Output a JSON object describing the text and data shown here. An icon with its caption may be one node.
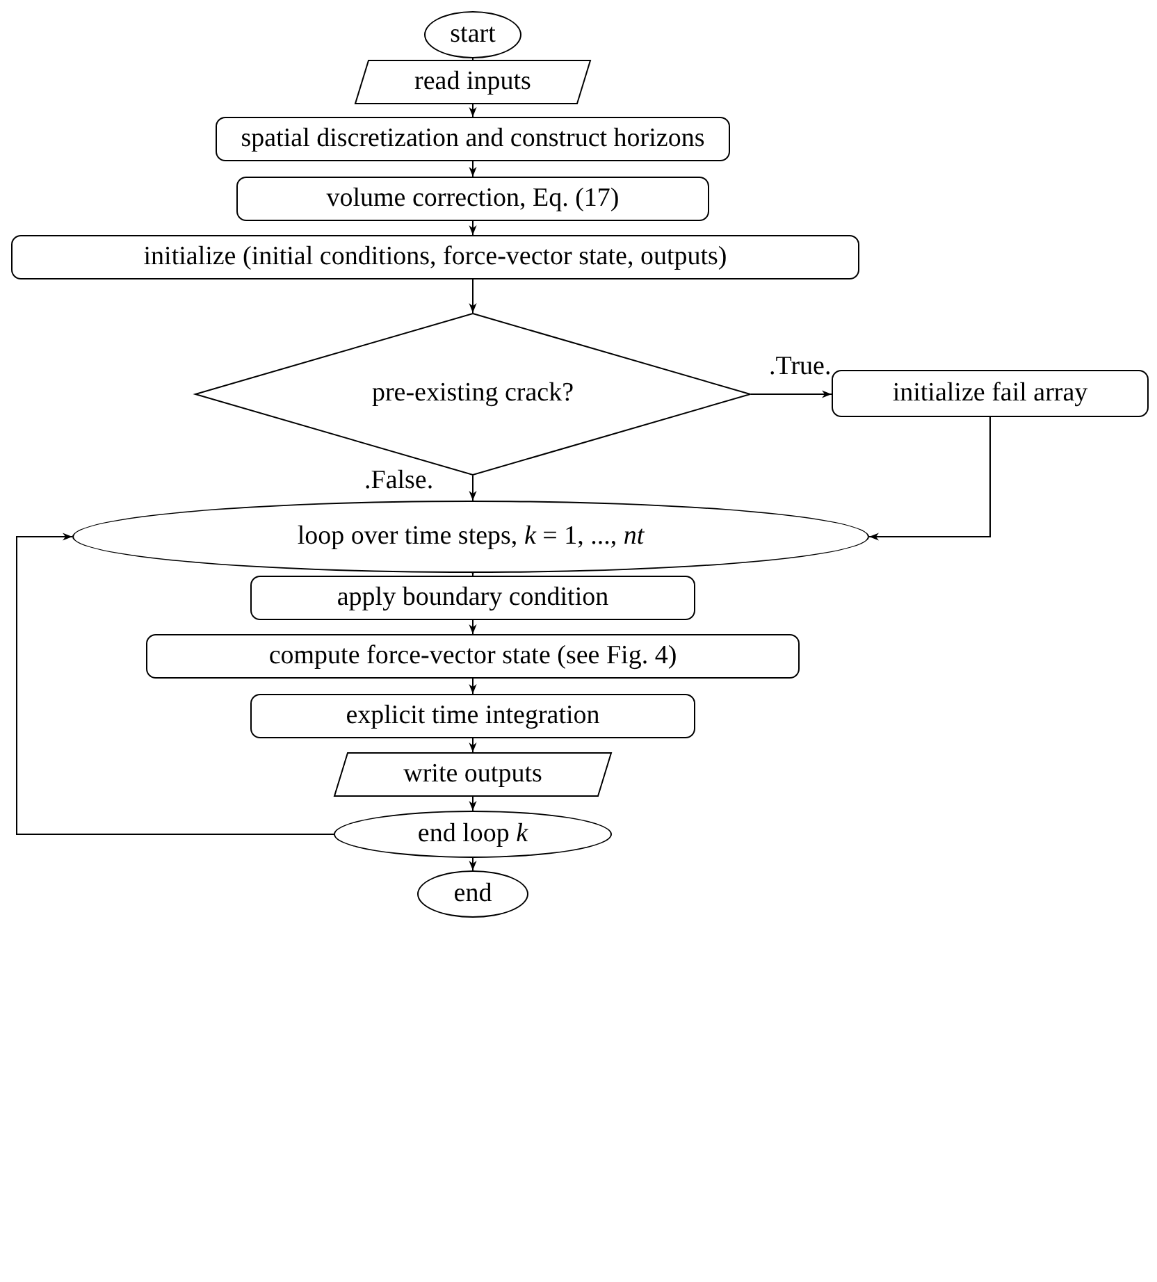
{
  "diagram": {
    "nodes": [
      {
        "text": [
          "start"
        ]
      },
      {
        "text": [
          "read inputs"
        ]
      },
      {
        "text": [
          "spatial discretization and construct horizons"
        ]
      },
      {
        "text": [
          "volume correction, Eq. (17)"
        ]
      },
      {
        "text": [
          "initialize (initial conditions, force-vector state, outputs)"
        ]
      },
      {
        "text": [
          "pre-existing crack?"
        ]
      },
      {
        "text": [
          "initialize fail array"
        ]
      },
      {
        "text": [
          "loop over time steps, *k* = 1, ..., *nt*"
        ]
      },
      {
        "text": [
          "apply boundary condition"
        ]
      },
      {
        "text": [
          "compute force-vector state (see Fig. 4)"
        ]
      },
      {
        "text": [
          "explicit time integration"
        ]
      },
      {
        "text": [
          "write outputs"
        ]
      },
      {
        "text": [
          "end loop *k*"
        ]
      },
      {
        "text": [
          "end"
        ]
      }
    ],
    "edges": [
      {
        "from": 0,
        "to": 1,
        "arrow": "to"
      },
      {
        "from": 1,
        "to": 2,
        "arrow": "to"
      },
      {
        "from": 2,
        "to": 3,
        "arrow": "to"
      },
      {
        "from": 3,
        "to": 4,
        "arrow": "to"
      },
      {
        "from": 4,
        "to": 5,
        "arrow": "to"
      },
      {
        "from": 5,
        "to": 6,
        "arrow": "to",
        "label": ".True."
      },
      {
        "from": 5,
        "to": 7,
        "arrow": "to",
        "label": ".False."
      },
      {
        "from": 6,
        "to": 7,
        "arrow": "to"
      },
      {
        "from": 7,
        "to": 8,
        "arrow": "to"
      },
      {
        "from": 8,
        "to": 9,
        "arrow": "to"
      },
      {
        "from": 9,
        "to": 10,
        "arrow": "to"
      },
      {
        "from": 10,
        "to": 11,
        "arrow": "to"
      },
      {
        "from": 11,
        "to": 12,
        "arrow": "to"
      },
      {
        "from": 12,
        "to": 7,
        "arrow": "to"
      },
      {
        "from": 12,
        "to": 13,
        "arrow": "to"
      }
    ]
  }
}
